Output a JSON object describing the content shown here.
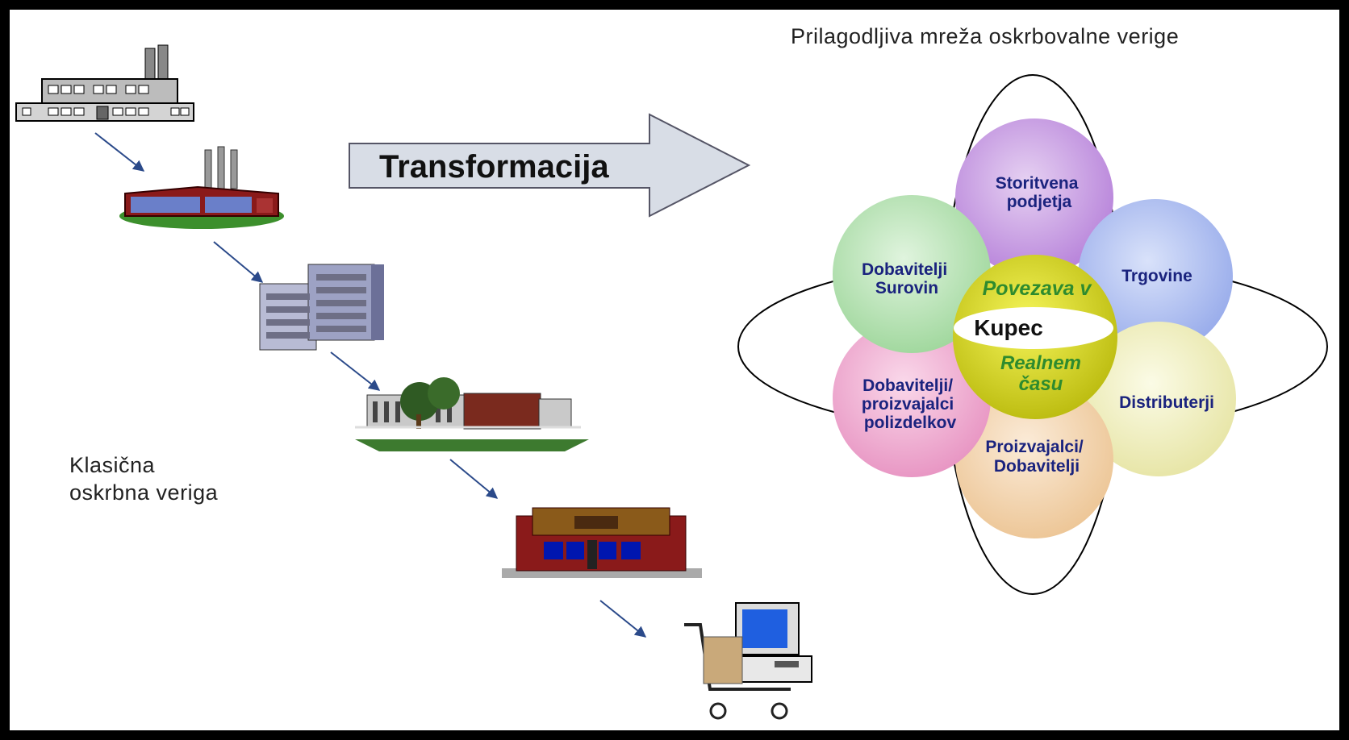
{
  "diagram": {
    "network_title": "Prilagodljiva mreža oskrbovalne verige",
    "classic_title": "Klasična\noskrbna veriga",
    "transform_label": "Transformacija",
    "center": {
      "top_text": "Povezava v",
      "label": "Kupec",
      "bottom_text_1": "Realnem",
      "bottom_text_2": "času"
    },
    "petals": [
      {
        "line1": "Storitvena",
        "line2": "podjetja",
        "line3": "",
        "color": "#c79be0"
      },
      {
        "line1": "Trgovine",
        "line2": "",
        "line3": "",
        "color": "#b4c3f0"
      },
      {
        "line1": "Distributerji",
        "line2": "",
        "line3": "",
        "color": "#f1f0c2"
      },
      {
        "line1": "Proizvajalci/",
        "line2": "Dobavitelji",
        "line3": "",
        "color": "#f3d7b3"
      },
      {
        "line1": "Dobavitelji/",
        "line2": "proizvajalci",
        "line3": "polizdelkov",
        "color": "#f2b2d4"
      },
      {
        "line1": "Dobavitelji",
        "line2": "Surovin",
        "line3": "",
        "color": "#bfe6bd"
      }
    ],
    "classic_chain": [
      {
        "icon": "factory-icon"
      },
      {
        "icon": "plant-icon"
      },
      {
        "icon": "warehouse-icon"
      },
      {
        "icon": "distribution-center-icon"
      },
      {
        "icon": "store-icon"
      },
      {
        "icon": "shopping-cart-computer-icon"
      }
    ],
    "colors": {
      "arrow": "#2b4a8a",
      "petal_text": "#1a237e",
      "center_text": "#2e8b2e",
      "hub": "#d8d81a"
    }
  }
}
